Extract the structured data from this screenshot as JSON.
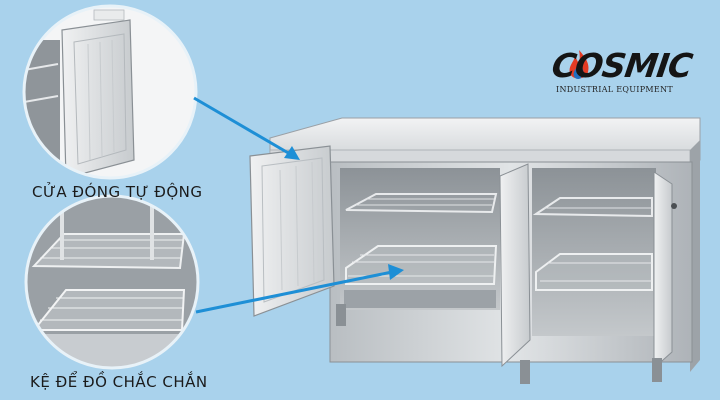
{
  "captions": {
    "door": "CỬA ĐÓNG TỰ ĐỘNG",
    "shelf": "KỆ ĐỂ ĐỒ CHẮC CHẮN"
  },
  "logo": {
    "wordmark": "COSMIC",
    "tagline": "INDUSTRIAL EQUIPMENT"
  },
  "colors": {
    "background": "#a9d2ec",
    "arrow": "#1e8fd6",
    "steel_light": "#e4e6e8",
    "steel_dark": "#9aa0a6",
    "logo_flame_red": "#e33b24",
    "logo_flame_blue": "#1f6fc0"
  },
  "icons": [
    "flame-icon",
    "arrow-icon"
  ]
}
